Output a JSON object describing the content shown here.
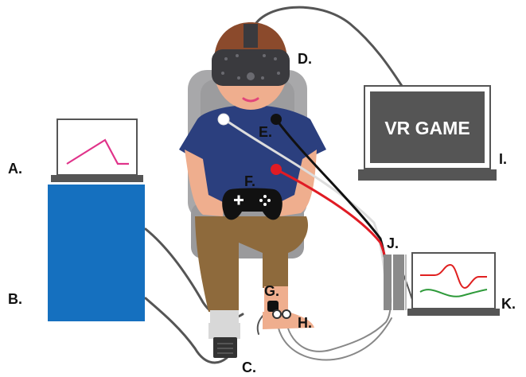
{
  "labels": {
    "a": "A.",
    "b": "B.",
    "c": "C.",
    "d": "D.",
    "e": "E.",
    "f": "F.",
    "g": "G.",
    "h": "H.",
    "i": "I.",
    "j": "J.",
    "k": "K."
  },
  "game_screen": {
    "text": "VR GAME"
  },
  "colors": {
    "stimulator_box": "#1570BF",
    "shirt": "#2B3F7E",
    "pants": "#8E6A3C",
    "skin": "#EFAE8E",
    "hair": "#8B4A2C",
    "headset": "#3A3A3E",
    "chair": "#A8A8AA",
    "laptop_screen": "#555555",
    "signal_pink": "#E0338A",
    "signal_red": "#E02020",
    "signal_green": "#2E9A3A",
    "electrode_red": "#E01B24",
    "cable_gray": "#555555"
  },
  "icons": [
    "controller-icon",
    "vr-headset-icon",
    "laptop-icon",
    "monitor-icon",
    "chair-icon"
  ]
}
